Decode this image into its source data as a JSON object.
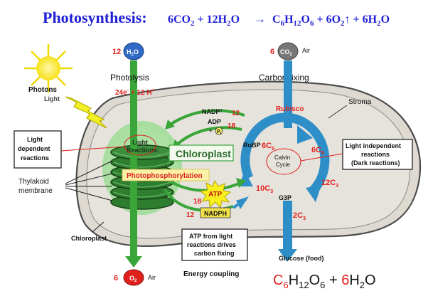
{
  "title": {
    "word": "Photosynthesis:",
    "r1": "6CO",
    "r1s": "2",
    "plus1": " + ",
    "r2": "12H",
    "r2s": "2",
    "r2b": "O",
    "arrow": "→",
    "p1": "C",
    "p1s1": "6",
    "p1b": "H",
    "p1s2": "12",
    "p1c": "O",
    "p1s3": "6",
    "plus2": " + ",
    "p2": "6O",
    "p2s": "2",
    "p2up": "↑",
    "plus3": " + ",
    "p3": "6H",
    "p3s": "2",
    "p3b": "O"
  },
  "inputs": {
    "water_count": "12",
    "water_badge": "H2O",
    "water_badge_main": "H",
    "water_badge_sub": "2",
    "water_badge_end": "O",
    "co2_count": "6",
    "co2_badge_main": "CO",
    "co2_badge_sub": "2",
    "co2_air": "Air"
  },
  "labels": {
    "photolysis": "Photolysis",
    "electrons": "24e",
    "electrons_sup": "-",
    "protons": " + 12 H",
    "protons_sup": "+",
    "carbon_fixing": "Carbon fixing",
    "photons": "Photons",
    "light": "Light",
    "stroma": "Stroma",
    "rubisco": "Rubisco",
    "nadp": "NADP",
    "nadp_sup": "+",
    "nadp_count": "12",
    "adp": "ADP",
    "pi_plus": "+",
    "pi": "P",
    "pi_sub": "i",
    "adp_count": "18",
    "light_reactions_1": "Light",
    "light_reactions_2": "Reactions:",
    "chloroplast_center": "Chloroplast",
    "photophosphorylation": "Photophosphorylation",
    "atp": "ATP",
    "atp_count": "18",
    "nadph": "NADPH",
    "nadph_count": "12",
    "rubp": "RuBP",
    "c5_in": "6C",
    "c5_in_sub": "5",
    "c6": "6C",
    "c6_sub": "6",
    "calvin_1": "Calvin",
    "calvin_2": "Cycle",
    "c3_right": "12C",
    "c3_right_sub": "3",
    "c3_left": "10C",
    "c3_left_sub": "3",
    "g3p": "G3P",
    "c3_out": "2C",
    "c3_out_sub": "3",
    "thylakoid_1": "Thylakoid",
    "thylakoid_2": "membrane",
    "chloroplast_bottom": "Chloroplast",
    "glucose": "Glucose (food)",
    "energy_coupling": "Energy coupling"
  },
  "boxes": {
    "light_dependent_1": "Light",
    "light_dependent_2": "dependent",
    "light_dependent_3": "reactions",
    "light_independent_1": "Light independent",
    "light_independent_2": "reactions",
    "light_independent_3": "(Dark reactions)",
    "atp_drives_1": "ATP from light",
    "atp_drives_2": "reactions drives",
    "atp_drives_3": "carbon fixing"
  },
  "outputs": {
    "o2_count": "6",
    "o2_badge_main": "O",
    "o2_badge_sub": "2",
    "o2_air": "Air",
    "glucose_c_count": "C",
    "glucose_c_sub": "6",
    "glucose_h": "H",
    "glucose_h_sub": "12",
    "glucose_o": "O",
    "glucose_o_sub": "6",
    "plus": " + ",
    "water_count": "6",
    "water_h": "H",
    "water_h_sub": "2",
    "water_o": "O"
  },
  "colors": {
    "title_blue": "#1f1fd6",
    "count_red": "#e0201c",
    "green_arrow": "#3aa63a",
    "blue_arrow": "#2e8fc8",
    "cell_fill": "#dedad1"
  }
}
